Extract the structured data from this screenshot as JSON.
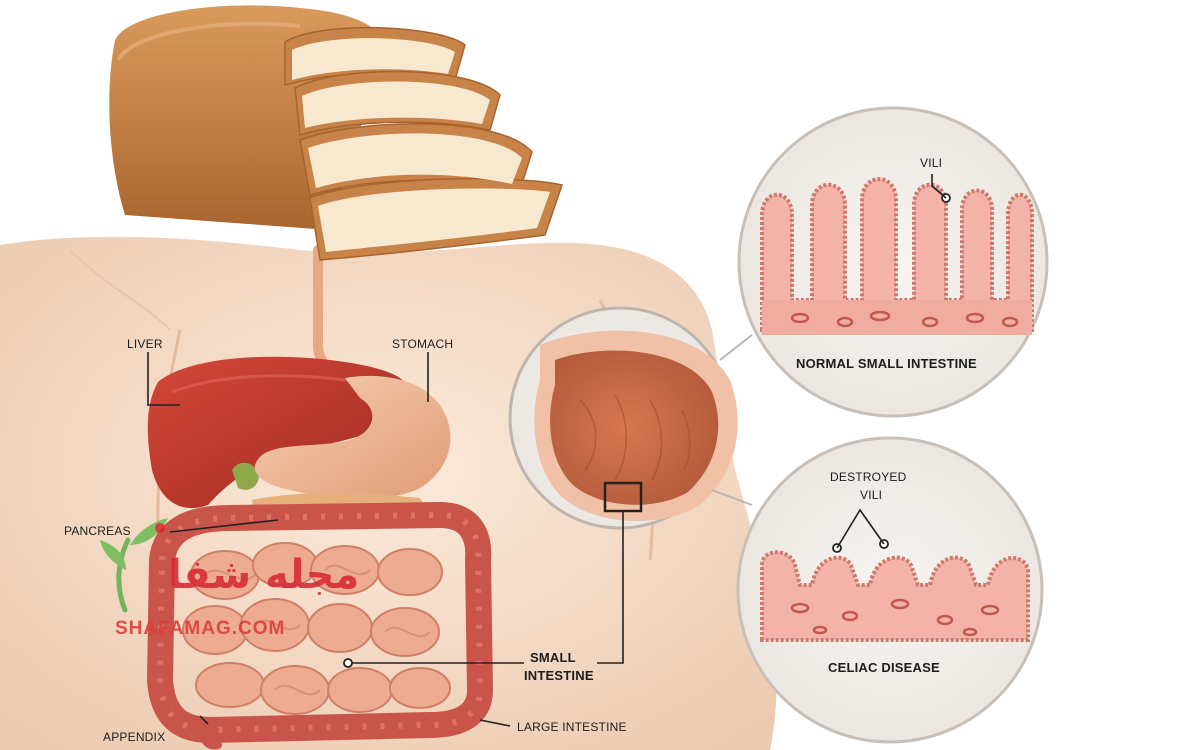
{
  "labels": {
    "liver": "LIVER",
    "stomach": "STOMACH",
    "pancreas": "PANCREAS",
    "small_intestine_line1": "SMALL",
    "small_intestine_line2": "INTESTINE",
    "appendix": "APPENDIX",
    "large_intestine": "LARGE INTESTINE",
    "vili": "VILI",
    "normal_small_intestine": "NORMAL SMALL INTESTINE",
    "destroyed_line1": "DESTROYED",
    "destroyed_line2": "VILI",
    "celiac_disease": "CELIAC DISEASE"
  },
  "watermark": {
    "persian": "مجله شفا",
    "latin": "SHAFAMAG.COM"
  },
  "colors": {
    "skin": "#f3d9c4",
    "liver": "#b83226",
    "tissue": "#e8a79a",
    "intestine": "#e09880",
    "colon": "#c9554a",
    "bread_crust": "#c8864a",
    "bread_crumb": "#f6e7cc",
    "watermark": "#d62832"
  }
}
